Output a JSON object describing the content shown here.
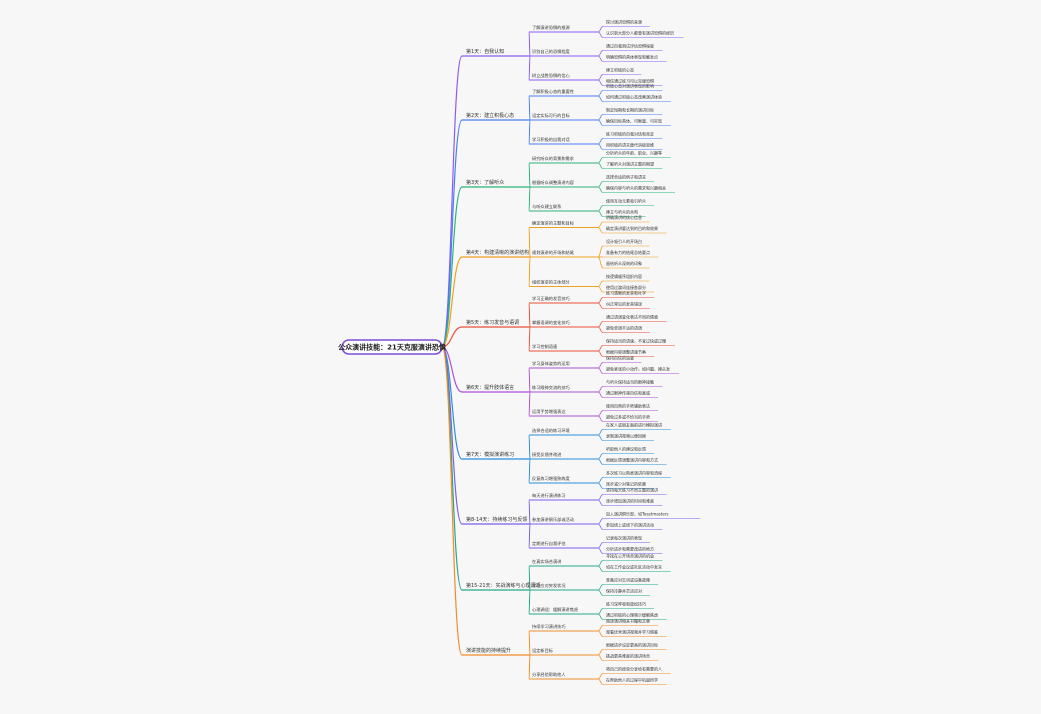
{
  "root": {
    "label": "公众演讲技能：21天克服演讲恐惧",
    "color": "#7b4fd6"
  },
  "branches": [
    {
      "label": "第1天：自我认知",
      "color": "#8a5cf5",
      "children": [
        {
          "label": "了解演讲恐惧的根源",
          "items": [
            "探讨演讲恐惧的来源",
            "认识到大部分人都曾有演讲恐惧的经历"
          ]
        },
        {
          "label": "识别自己的恐惧程度",
          "items": [
            "通过自我测试评估恐惧程度",
            "明确恐惧的具体表现和触发点"
          ]
        },
        {
          "label": "树立战胜恐惧的信心",
          "items": [
            "建立积极的心态",
            "相信通过练习可以克服恐惧"
          ]
        }
      ]
    },
    {
      "label": "第2天：建立积极心态",
      "color": "#4a7ff0",
      "children": [
        {
          "label": "了解积极心态的重要性",
          "items": [
            "积极心态对演讲表现的影响",
            "如何通过积极心态改善演讲体验"
          ]
        },
        {
          "label": "设定实际可行的目标",
          "items": [
            "制定短期和长期的演讲目标",
            "确保目标具体、可衡量、可实现"
          ]
        },
        {
          "label": "学习积极的自我对话",
          "items": [
            "练习积极的自我对话和肯定",
            "用积极的语言替代消极思维"
          ]
        }
      ]
    },
    {
      "label": "第3天：了解听众",
      "color": "#2db37a",
      "children": [
        {
          "label": "研究听众的背景和需求",
          "items": [
            "分析听众的年龄、职业、兴趣等",
            "了解听众对演讲主题的期望"
          ]
        },
        {
          "label": "根据听众调整演讲内容",
          "items": [
            "选择合适的例子和语言",
            "确保内容与听众的需求和兴趣相关"
          ]
        },
        {
          "label": "与听众建立联系",
          "items": [
            "使用互动元素吸引听众",
            "建立与听众的共鸣"
          ]
        }
      ]
    },
    {
      "label": "第4天：构建清晰的演讲结构",
      "color": "#f0a020",
      "children": [
        {
          "label": "确定演讲的主题和目标",
          "items": [
            "明确演讲的核心信息",
            "确定演讲要达到的目的和效果"
          ]
        },
        {
          "label": "规划演讲的开场和结尾",
          "items": [
            "设计吸引人的开场白",
            "准备有力的结尾总结要点",
            "留给听众深刻的印象"
          ]
        },
        {
          "label": "组织演讲的主体部分",
          "items": [
            "按逻辑顺序组织内容",
            "使用过渡词连接各部分"
          ]
        }
      ]
    },
    {
      "label": "第5天：练习发音与语调",
      "color": "#e8503a",
      "children": [
        {
          "label": "学习正确的发音技巧",
          "items": [
            "练习清晰的发音和吐字",
            "纠正常见的发音错误"
          ]
        },
        {
          "label": "掌握语调的变化技巧",
          "items": [
            "通过语调变化表达不同的情感",
            "避免单调平淡的语调"
          ]
        },
        {
          "label": "学习控制语速",
          "items": [
            "保持适当的语速，不宜过快或过慢",
            "根据内容调整语速节奏"
          ]
        }
      ]
    },
    {
      "label": "第6天：提升肢体语言",
      "color": "#b04fd6",
      "children": [
        {
          "label": "学习身体姿势的运用",
          "items": [
            "保持自信的站姿",
            "避免紧张的小动作，如抖腿、摸头发"
          ]
        },
        {
          "label": "练习眼神交流的技巧",
          "items": [
            "与听众保持适当的眼神接触",
            "通过眼神传递自信和真诚"
          ]
        },
        {
          "label": "运用手势增强表达",
          "items": [
            "使用自然的手势辅助表达",
            "避免过多或不恰当的手势"
          ]
        }
      ]
    },
    {
      "label": "第7天：模拟演讲练习",
      "color": "#2b8fd9",
      "children": [
        {
          "label": "选择合适的练习环境",
          "items": [
            "在家人或朋友面前进行模拟演讲",
            "录制演讲视频以便回顾"
          ]
        },
        {
          "label": "接受反馈并改进",
          "items": [
            "听取他人的建议和反馈",
            "根据反馈调整演讲内容和方式"
          ]
        },
        {
          "label": "反复练习增强熟练度",
          "items": [
            "多次练习以熟悉演讲内容和流程",
            "逐步减少对笔记的依赖"
          ]
        }
      ]
    },
    {
      "label": "第8-14天：持续练习与反馈",
      "color": "#7d5fe8",
      "children": [
        {
          "label": "每天进行演讲练习",
          "items": [
            "坚持每天练习不同主题的演讲",
            "逐步增加演讲的时间和难度"
          ]
        },
        {
          "label": "参加演讲俱乐部或活动",
          "items": [
            "加入演讲俱乐部，如Toastmasters",
            "参加线上或线下的演讲活动"
          ]
        },
        {
          "label": "定期进行自我评估",
          "items": [
            "记录每次演讲的表现",
            "分析进步和需要改进的地方"
          ]
        }
      ]
    },
    {
      "label": "第15-21天：实战演练与心理调适",
      "color": "#23a88a",
      "children": [
        {
          "label": "在真实场合演讲",
          "items": [
            "寻找在公开场合演讲的机会",
            "如在工作会议或社区活动中发言"
          ]
        },
        {
          "label": "学习应对突发状况",
          "items": [
            "准备应对忘词或设备故障",
            "保持冷静并灵活应对"
          ]
        },
        {
          "label": "心理调适：缓解演讲焦虑",
          "items": [
            "练习深呼吸和放松技巧",
            "通过积极的心理暗示缓解焦虑"
          ]
        }
      ]
    },
    {
      "label": "演讲技能的持续提升",
      "color": "#f28c28",
      "children": [
        {
          "label": "持续学习演讲技巧",
          "items": [
            "阅读演讲相关书籍和文章",
            "观看优秀演讲视频并学习借鉴"
          ]
        },
        {
          "label": "设定新目标",
          "items": [
            "根据进步设定更高的演讲目标",
            "挑战更具难度的演讲场合"
          ]
        },
        {
          "label": "分享经验帮助他人",
          "items": [
            "将自己的经验分享给有需要的人",
            "在帮助他人的过程中巩固所学"
          ]
        }
      ]
    }
  ]
}
